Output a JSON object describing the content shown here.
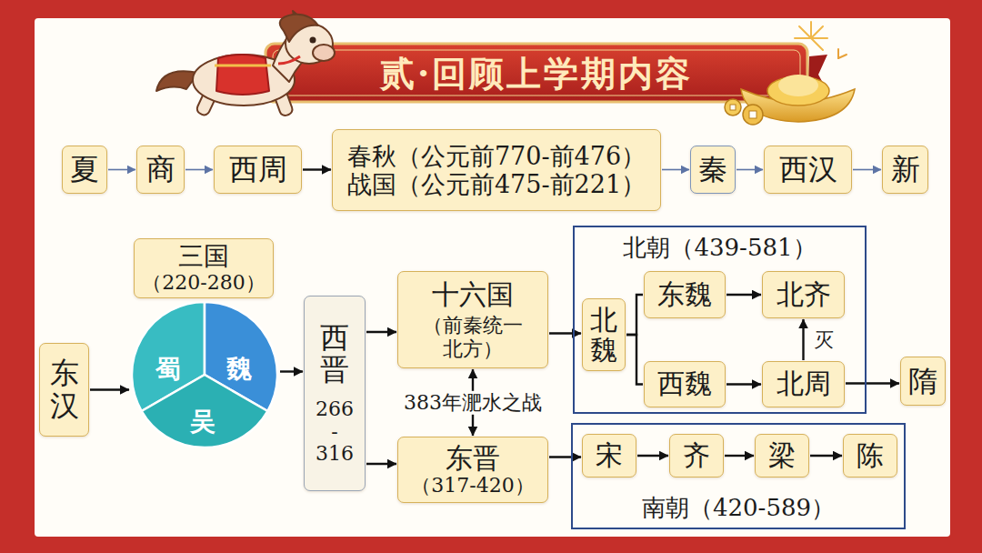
{
  "diagram": {
    "title": "贰·回顾上学期内容",
    "nodes": [
      {
        "text": [
          "夏"
        ]
      },
      {
        "text": [
          "商"
        ]
      },
      {
        "text": [
          "西周"
        ]
      },
      {
        "text": [
          "春秋（公元前770-前476）",
          "战国（公元前475-前221）"
        ]
      },
      {
        "text": [
          "秦"
        ]
      },
      {
        "text": [
          "西汉"
        ]
      },
      {
        "text": [
          "新"
        ]
      },
      {
        "text": [
          "东汉"
        ]
      },
      {
        "text": [
          "三国",
          "（220-280）"
        ]
      },
      {
        "text": [
          "蜀"
        ],
        "in": 8
      },
      {
        "text": [
          "魏"
        ],
        "in": 8
      },
      {
        "text": [
          "吴"
        ],
        "in": 8
      },
      {
        "text": [
          "西晋",
          "266 - 316"
        ]
      },
      {
        "text": [
          "十六国",
          "（前秦统一北方）"
        ]
      },
      {
        "text": [
          "东晋",
          "（317-420）"
        ]
      },
      {
        "text": [
          "北朝（439-581）"
        ]
      },
      {
        "text": [
          "北魏"
        ],
        "in": 15
      },
      {
        "text": [
          "东魏"
        ],
        "in": 15
      },
      {
        "text": [
          "西魏"
        ],
        "in": 15
      },
      {
        "text": [
          "北齐"
        ],
        "in": 15
      },
      {
        "text": [
          "北周"
        ],
        "in": 15
      },
      {
        "text": [
          "隋"
        ]
      },
      {
        "text": [
          "南朝（420-589）"
        ]
      },
      {
        "text": [
          "宋"
        ],
        "in": 22
      },
      {
        "text": [
          "齐"
        ],
        "in": 22
      },
      {
        "text": [
          "梁"
        ],
        "in": 22
      },
      {
        "text": [
          "陈"
        ],
        "in": 22
      }
    ],
    "edges": [
      {
        "from": 0,
        "to": 1,
        "arrow": "to"
      },
      {
        "from": 1,
        "to": 2,
        "arrow": "to"
      },
      {
        "from": 2,
        "to": 3,
        "arrow": "to"
      },
      {
        "from": 3,
        "to": 4,
        "arrow": "to"
      },
      {
        "from": 4,
        "to": 5,
        "arrow": "to"
      },
      {
        "from": 5,
        "to": 6,
        "arrow": "to"
      },
      {
        "from": 7,
        "to": 8,
        "arrow": "to"
      },
      {
        "from": 8,
        "to": 12,
        "arrow": "to"
      },
      {
        "from": 12,
        "to": 13,
        "arrow": "to"
      },
      {
        "from": 12,
        "to": 14,
        "arrow": "to"
      },
      {
        "from": 13,
        "to": 14,
        "label": "383年淝水之战",
        "arrow": "both"
      },
      {
        "from": 13,
        "to": 16,
        "arrow": "to"
      },
      {
        "from": 16,
        "to": 17,
        "arrow": "none"
      },
      {
        "from": 16,
        "to": 18,
        "arrow": "none"
      },
      {
        "from": 17,
        "to": 19,
        "arrow": "to"
      },
      {
        "from": 18,
        "to": 20,
        "arrow": "to"
      },
      {
        "from": 20,
        "to": 19,
        "label": "灭",
        "arrow": "to"
      },
      {
        "from": 20,
        "to": 21,
        "arrow": "to"
      },
      {
        "from": 14,
        "to": 23,
        "arrow": "to"
      },
      {
        "from": 23,
        "to": 24,
        "arrow": "to"
      },
      {
        "from": 24,
        "to": 25,
        "arrow": "to"
      },
      {
        "from": 25,
        "to": 26,
        "arrow": "to"
      }
    ]
  }
}
